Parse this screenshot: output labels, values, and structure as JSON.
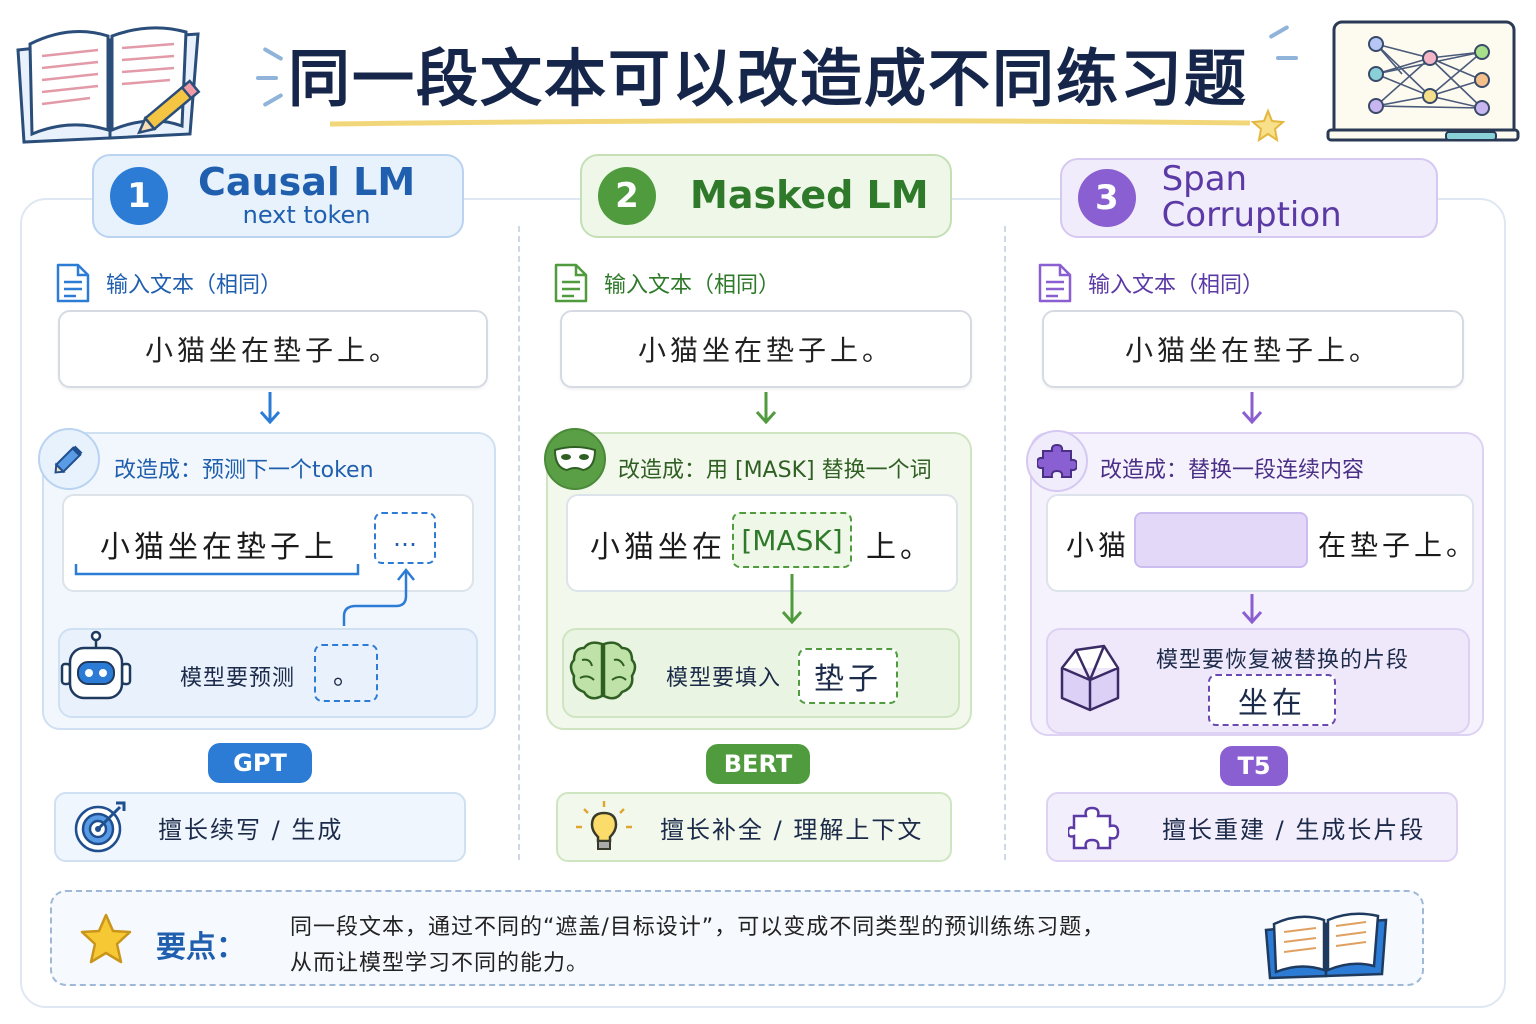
{
  "title": "同一段文本可以改造成不同练习题",
  "input_label": "输入文本（相同）",
  "input_text": "小猫坐在垫子上。",
  "columns": [
    {
      "number": "1",
      "name": "Causal LM",
      "subtitle": "next token",
      "transform_label": "改造成：预测下一个token",
      "context_text": "小猫坐在垫子上",
      "target_placeholder": "…",
      "model_action": "模型要预测",
      "answer": "。",
      "model_tag": "GPT",
      "strength": "擅长续写 / 生成",
      "color": "#2c7cd6"
    },
    {
      "number": "2",
      "name": "Masked LM",
      "transform_label": "改造成：用 [MASK] 替换一个词",
      "text_before": "小猫坐在",
      "mask_token": "[MASK]",
      "text_after": "上。",
      "model_action": "模型要填入",
      "answer": "垫子",
      "model_tag": "BERT",
      "strength": "擅长补全 / 理解上下文",
      "color": "#4f9b3e"
    },
    {
      "number": "3",
      "name": "Span Corruption",
      "transform_label": "改造成：替换一段连续内容",
      "text_before": "小猫",
      "text_after": "在垫子上。",
      "model_action": "模型要恢复被替换的片段",
      "answer": "坐在",
      "model_tag": "T5",
      "strength": "擅长重建 / 生成长片段",
      "color": "#8a5fd1"
    }
  ],
  "note": {
    "key": "要点：",
    "line1": "同一段文本，通过不同的“遮盖/目标设计”，可以变成不同类型的预训练练习题，",
    "line2": "从而让模型学习不同的能力。"
  },
  "icons": [
    "open-book-icon",
    "pencil-icon",
    "network-board-icon",
    "star-icon",
    "document-icon",
    "mask-icon",
    "puzzle-icon",
    "robot-icon",
    "brain-icon",
    "box-icon",
    "target-icon",
    "lightbulb-icon"
  ]
}
